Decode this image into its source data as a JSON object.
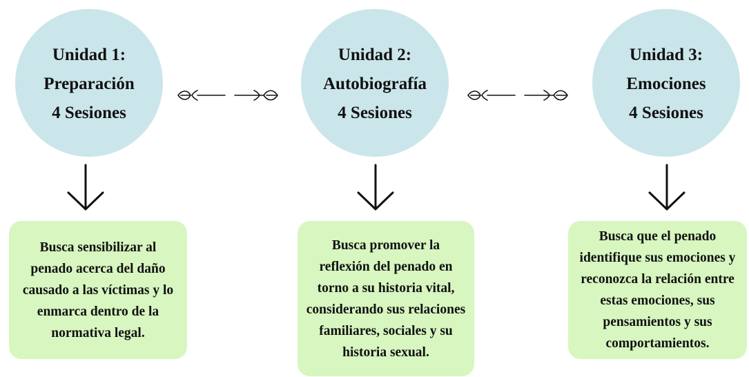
{
  "colors": {
    "circle_fill": "#cbe6ea",
    "box_fill": "#d7f6c0",
    "ink": "#111111"
  },
  "units": [
    {
      "title": "Unidad 1:",
      "name": "Preparación",
      "sessions": "4 Sesiones",
      "description": "Busca sensibilizar al penado acerca del daño causado a las víctimas y lo enmarca dentro de la normativa legal."
    },
    {
      "title": "Unidad 2:",
      "name": "Autobiografía",
      "sessions": "4 Sesiones",
      "description": "Busca promover la reflexión del penado en torno a su historia vital, considerando sus relaciones familiares, sociales y su historia sexual."
    },
    {
      "title": "Unidad 3:",
      "name": "Emociones",
      "sessions": "4 Sesiones",
      "description": "Busca que el penado identifique sus emociones y reconozca la relación entre estas emociones, sus pensamientos y sus comportamientos."
    }
  ],
  "icons": {
    "connector": "leaf-arrow-connector-icon",
    "down_arrow": "arrow-down-icon"
  }
}
